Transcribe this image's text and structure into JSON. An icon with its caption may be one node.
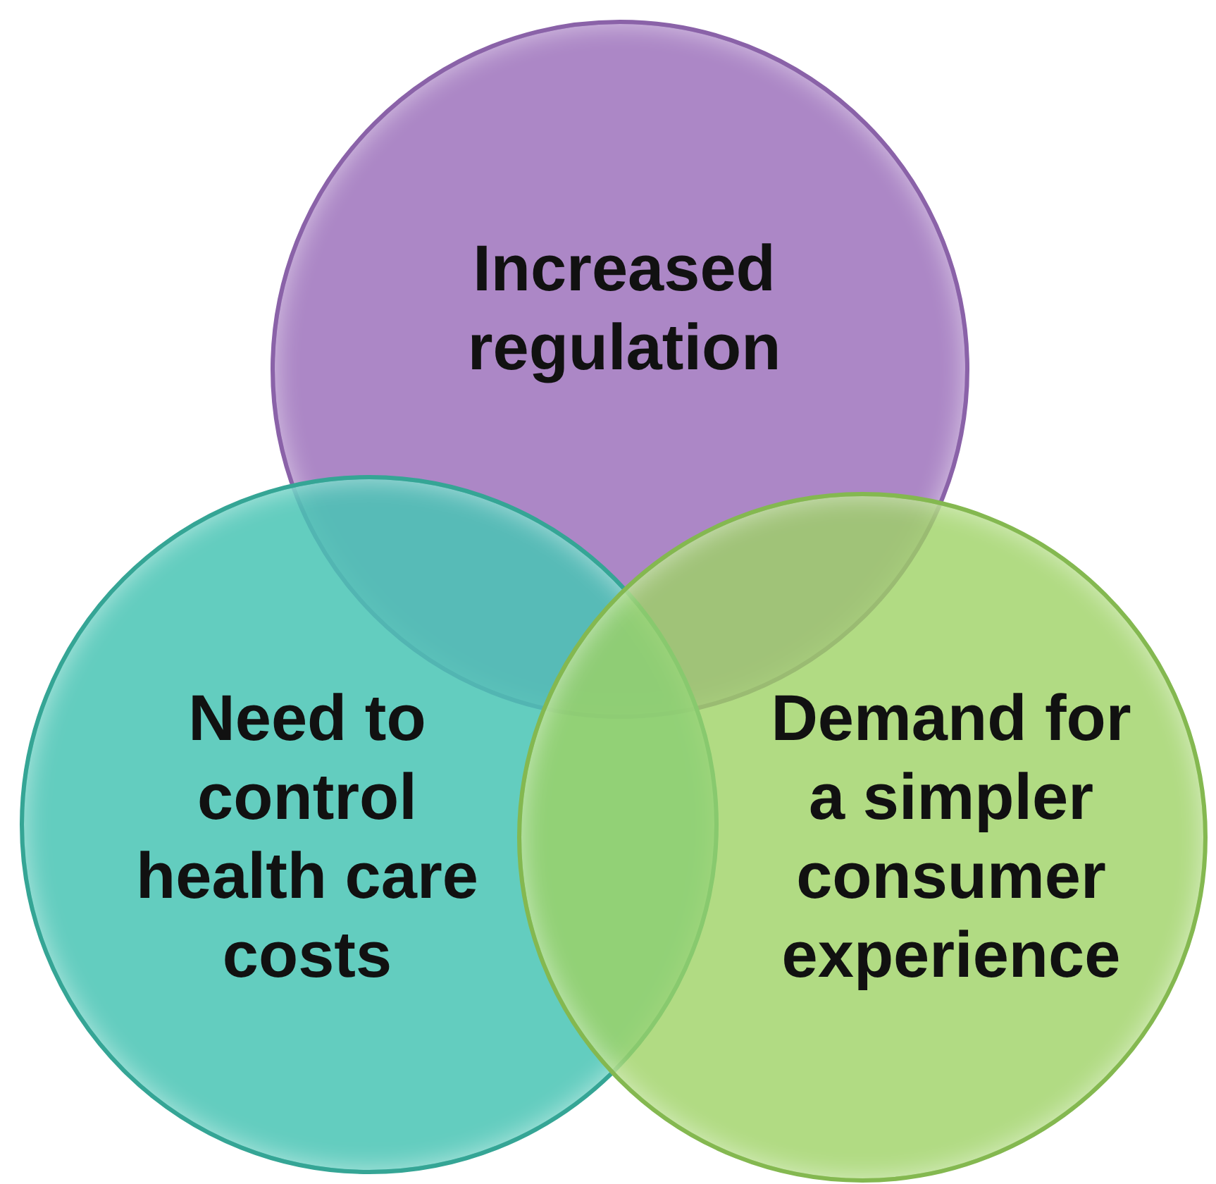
{
  "diagram": {
    "nodes": [
      {
        "text": [
          "Increased regulation"
        ]
      },
      {
        "text": [
          "Need to control health care costs"
        ]
      },
      {
        "text": [
          "Demand for a simpler consumer experience"
        ]
      }
    ],
    "edges": []
  }
}
